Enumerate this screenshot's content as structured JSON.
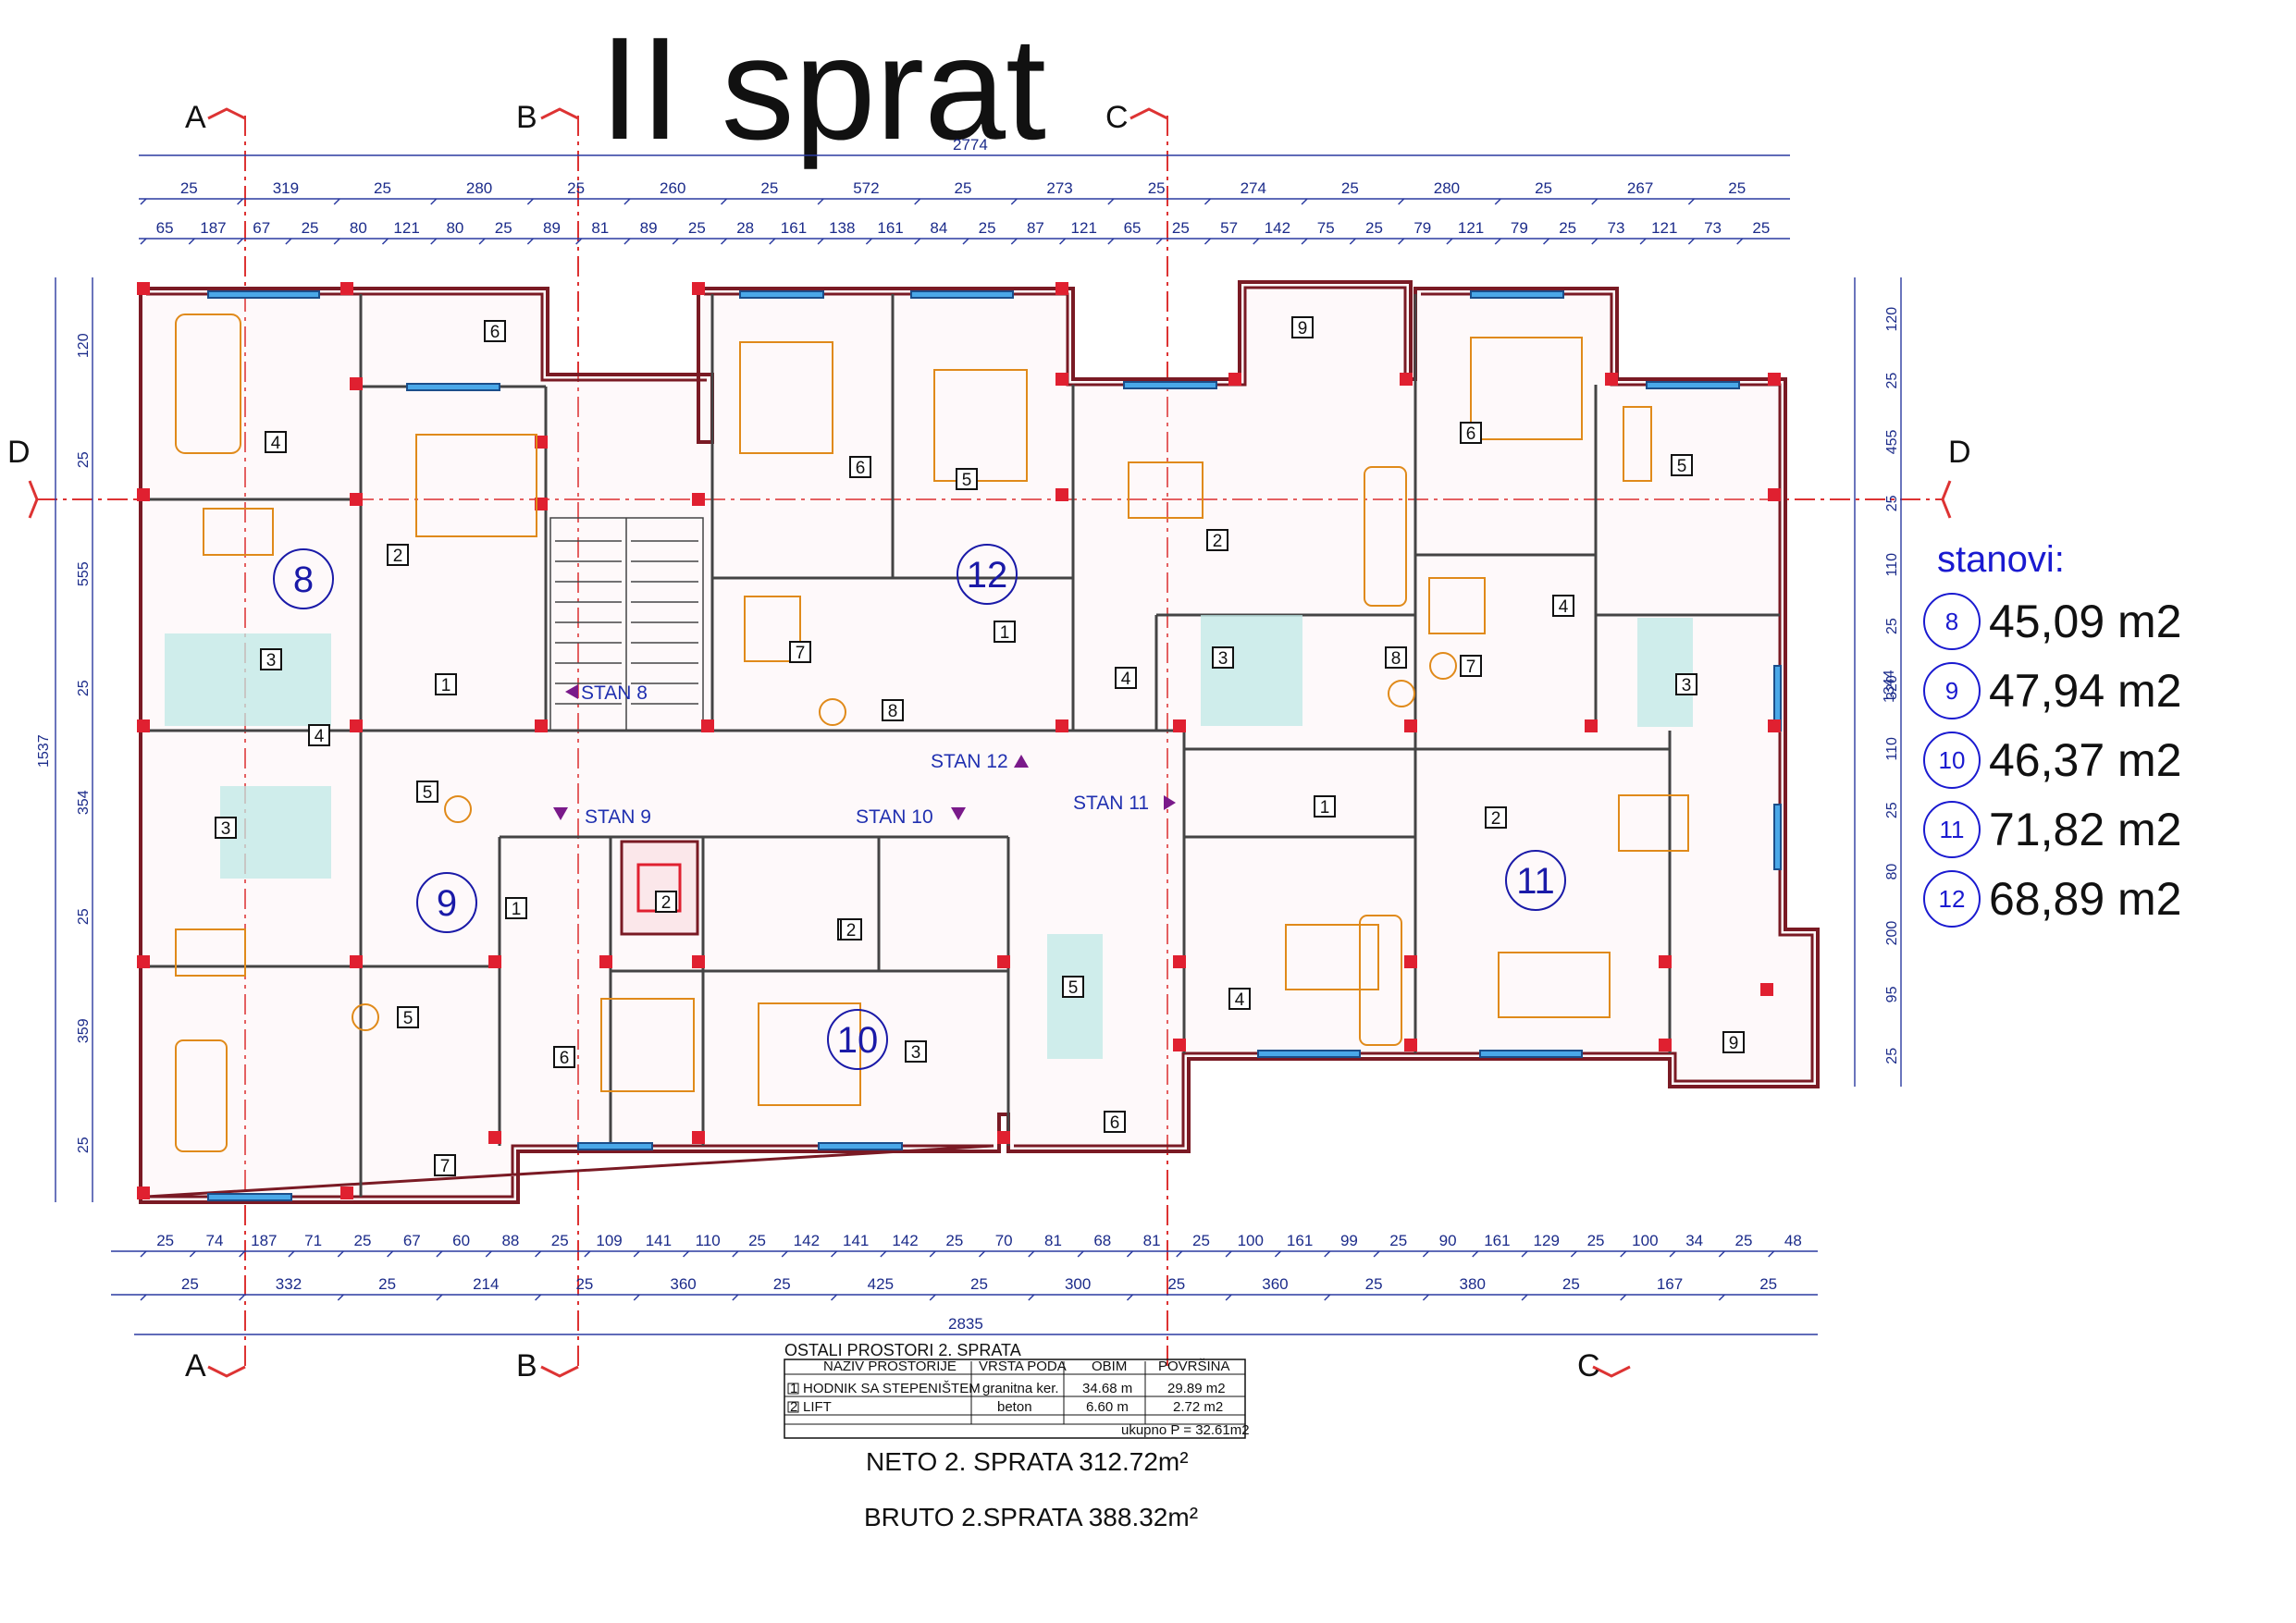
{
  "title": "II sprat",
  "sections": {
    "top": [
      "A",
      "B",
      "C"
    ],
    "bottom": [
      "A",
      "B",
      "C"
    ],
    "side_left": "D",
    "side_right": "D"
  },
  "dimensions": {
    "overall_top": "2774",
    "top_row1": [
      "25",
      "319",
      "25",
      "280",
      "25",
      "260",
      "25",
      "572",
      "25",
      "273",
      "25",
      "274",
      "25",
      "280",
      "25",
      "267",
      "25"
    ],
    "top_row2": [
      "65",
      "187",
      "67",
      "25",
      "80",
      "121",
      "80",
      "25",
      "89",
      "81",
      "89",
      "25",
      "28",
      "161",
      "138",
      "161",
      "84",
      "25",
      "87",
      "121",
      "65",
      "25",
      "57",
      "142",
      "75",
      "25",
      "79",
      "121",
      "79",
      "25",
      "73",
      "121",
      "73",
      "25"
    ],
    "bottom_row1": [
      "25",
      "74",
      "187",
      "71",
      "25",
      "67",
      "60",
      "88",
      "25",
      "109",
      "141",
      "110",
      "25",
      "142",
      "141",
      "142",
      "25",
      "70",
      "81",
      "68",
      "81",
      "25",
      "100",
      "161",
      "99",
      "25",
      "90",
      "161",
      "129",
      "25",
      "100",
      "34",
      "25",
      "48"
    ],
    "bottom_row2": [
      "25",
      "332",
      "25",
      "214",
      "25",
      "360",
      "25",
      "425",
      "25",
      "300",
      "25",
      "360",
      "25",
      "380",
      "25",
      "167",
      "25"
    ],
    "overall_bottom": "2835",
    "left_total": "1537",
    "left_parts": [
      "120",
      "25",
      "555",
      "25",
      "354",
      "25",
      "359",
      "25"
    ],
    "right_total": "1344",
    "right_parts": [
      "120",
      "25",
      "455",
      "25",
      "110",
      "25",
      "320",
      "110",
      "25",
      "80",
      "200",
      "95",
      "25"
    ]
  },
  "apartments": [
    {
      "number": "8",
      "label": "STAN 8"
    },
    {
      "number": "9",
      "label": "STAN 9"
    },
    {
      "number": "10",
      "label": "STAN 10"
    },
    {
      "number": "11",
      "label": "STAN 11"
    },
    {
      "number": "12",
      "label": "STAN 12"
    }
  ],
  "room_numbers": {
    "stan8": [
      "4",
      "6",
      "2",
      "3",
      "1"
    ],
    "stan9": [
      "3",
      "4",
      "5",
      "1",
      "2",
      "5",
      "7",
      "6"
    ],
    "stan10": [
      "2",
      "2",
      "3"
    ],
    "stan11": [
      "1",
      "2",
      "4",
      "5",
      "6",
      "9"
    ],
    "stan12": [
      "6",
      "5",
      "1",
      "7",
      "8",
      "4",
      "3",
      "8",
      "7"
    ],
    "right": [
      "9",
      "6",
      "5",
      "2",
      "4",
      "3"
    ]
  },
  "legend": {
    "heading": "stanovi:",
    "items": [
      {
        "number": "8",
        "area": "45,09 m2"
      },
      {
        "number": "9",
        "area": "47,94 m2"
      },
      {
        "number": "10",
        "area": "46,37 m2"
      },
      {
        "number": "11",
        "area": "71,82 m2"
      },
      {
        "number": "12",
        "area": "68,89 m2"
      }
    ]
  },
  "table": {
    "title": "OSTALI PROSTORI 2. SPRATA",
    "headers": [
      "NAZIV PROSTORIJE",
      "VRSTA PODA",
      "OBIM",
      "POVRŠINA"
    ],
    "rows": [
      {
        "num": "1",
        "name": "HODNIK SA STEPENIŠTEM",
        "floor": "granitna ker.",
        "perimeter": "34.68 m",
        "area": "29.89 m2"
      },
      {
        "num": "2",
        "name": "LIFT",
        "floor": "beton",
        "perimeter": "6.60 m",
        "area": "2.72 m2"
      }
    ],
    "total": "ukupno P = 32.61m2"
  },
  "summary": {
    "neto": "NETO 2. SPRATA  312.72m²",
    "bruto": "BRUTO 2.SPRATA  388.32m²"
  },
  "colors": {
    "wall": "#7a1a24",
    "column": "#e02030",
    "axis": "#dd3333",
    "dimension": "#1b2b8a",
    "furniture": "#e08a1a",
    "tiles": "#bfe8e6",
    "window": "#4aa8e8",
    "apartment_label": "#1a1aa8"
  }
}
